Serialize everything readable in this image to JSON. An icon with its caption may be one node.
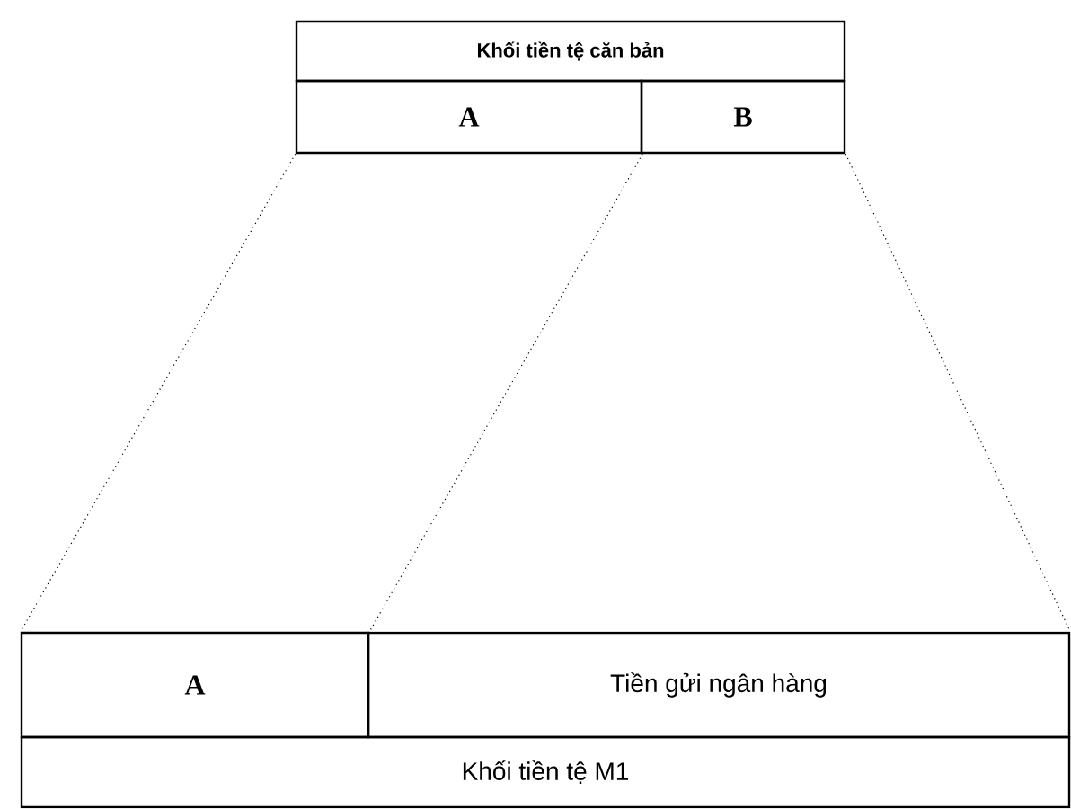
{
  "diagram": {
    "nodes": [
      {
        "text": [
          "Khối tiền tệ căn bản"
        ]
      },
      {
        "text": [
          "A"
        ]
      },
      {
        "text": [
          "B"
        ]
      },
      {
        "text": [
          "A"
        ]
      },
      {
        "text": [
          "Tiền gửi ngân hàng"
        ]
      },
      {
        "text": [
          "Khối tiền tệ M1"
        ]
      }
    ],
    "edges": [
      {
        "from": 1,
        "to": 3,
        "arrow": "none",
        "style": "dashed"
      },
      {
        "from": 1,
        "to": 3,
        "arrow": "none",
        "style": "dashed"
      },
      {
        "from": 2,
        "to": 4,
        "arrow": "none",
        "style": "dashed"
      }
    ]
  }
}
